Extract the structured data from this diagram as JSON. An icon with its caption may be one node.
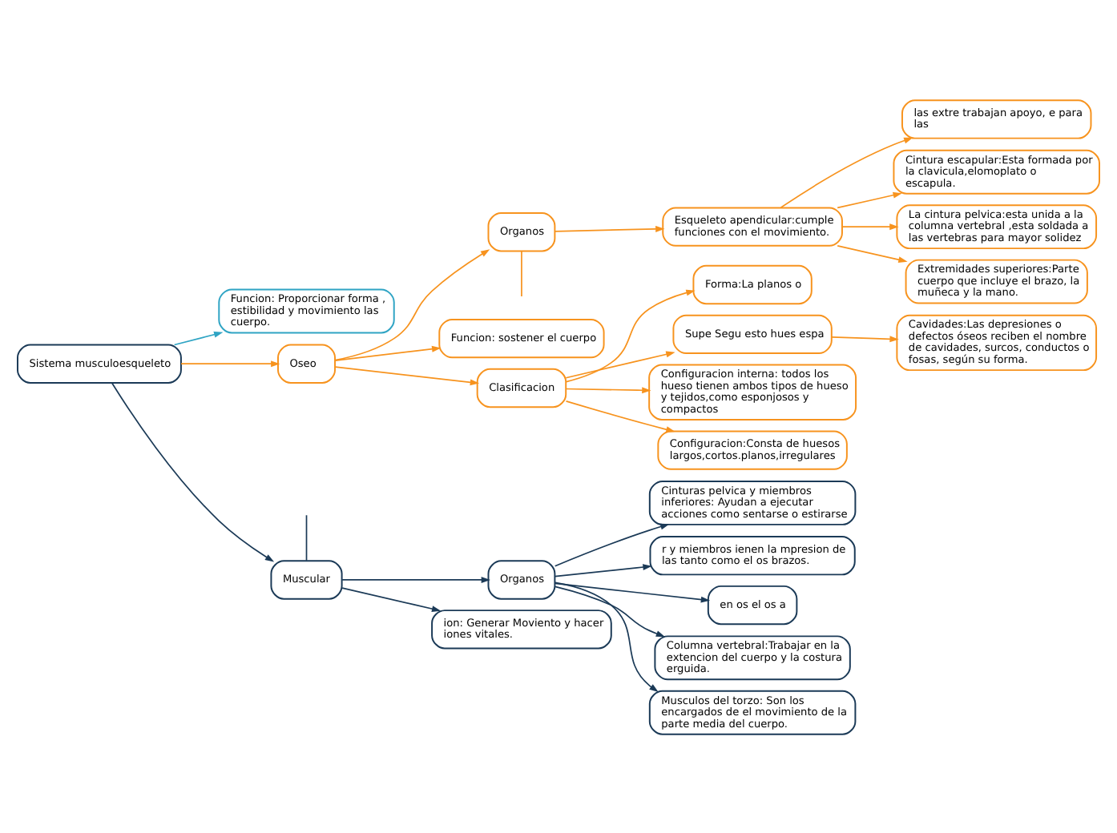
{
  "diagram": {
    "nodes": [
      {
        "text": [
          "Sistema musculoesqueleto"
        ]
      },
      {
        "text": [
          "Funcion: Proporcionar forma , estibilidad y movimiento las cuerpo."
        ]
      },
      {
        "text": [
          "Muscular"
        ]
      },
      {
        "text": [
          "Organos"
        ]
      },
      {
        "text": [
          "ion: Generar Moviento y hacer iones vitales."
        ]
      },
      {
        "text": [
          "Cinturas pelvica y miembros inferiores: Ayudan a ejecutar acciones como sentarse o estirarse"
        ]
      },
      {
        "text": [
          "r y miembros ienen la mpresion de las tanto como el os brazos."
        ]
      },
      {
        "text": [
          "en os el os a"
        ]
      },
      {
        "text": [
          "Columna vertebral:Trabajar en la extencion del cuerpo y la costura erguida."
        ]
      },
      {
        "text": [
          "Musculos del torzo: Son los encargados de el movimiento de la parte media del cuerpo."
        ]
      },
      {
        "text": [
          "Oseo"
        ]
      },
      {
        "text": [
          "Funcion: sostener el cuerpo"
        ]
      },
      {
        "text": [
          "Organos"
        ]
      },
      {
        "text": [
          "Esqueleto apendicular:cumple funciones con el movimiento."
        ]
      },
      {
        "text": [
          "Cintura escapular:Esta formada por la clavicula,elomoplato o escapula."
        ]
      },
      {
        "text": [
          "La cintura pelvica:esta unida a la columna vertebral ,esta soldada a las vertebras para mayor solidez"
        ]
      },
      {
        "text": [
          "Extremidades superiores:Parte cuerpo que incluye el brazo, la muñeca y la mano."
        ]
      },
      {
        "text": [
          "las extre trabajan apoyo, e para las"
        ]
      },
      {
        "text": [
          "Clasificacion"
        ]
      },
      {
        "text": [
          "Configuracion interna: todos los hueso tienen ambos tipos de hueso y tejidos,como esponjosos y compactos"
        ]
      },
      {
        "text": [
          "Configuracion:Consta de huesos largos,cortos.planos,irregulares"
        ]
      },
      {
        "text": [
          "Forma:La planos o"
        ]
      },
      {
        "text": [
          "Supe Segu esto hues espa"
        ]
      },
      {
        "text": [
          "Cavidades:Las depresiones o defectos óseos reciben el nombre de cavidades, surcos, conductos o fosas, según su forma."
        ]
      }
    ],
    "edges": [
      {
        "from": 0,
        "to": 2,
        "arrow": "to",
        "color": "#1b3a57"
      },
      {
        "from": 0,
        "to": 1,
        "arrow": "to",
        "color": "#2fa4c4"
      },
      {
        "from": 0,
        "to": 10,
        "arrow": "to"
      },
      {
        "from": 2,
        "to": 3,
        "arrow": "to",
        "color": "#1b3a57"
      },
      {
        "from": 2,
        "to": 4,
        "arrow": "to",
        "color": "#1b3a57"
      },
      {
        "from": 2,
        "to": null,
        "arrow": "none",
        "color": "#1b3a57"
      },
      {
        "from": 3,
        "to": 7,
        "arrow": "to",
        "color": "#1b3a57"
      },
      {
        "from": 3,
        "to": 6,
        "arrow": "to",
        "color": "#1b3a57"
      },
      {
        "from": 3,
        "to": 5,
        "arrow": "to",
        "color": "#1b3a57"
      },
      {
        "from": 3,
        "to": 8,
        "arrow": "to",
        "color": "#1b3a57"
      },
      {
        "from": 3,
        "to": 9,
        "arrow": "to",
        "color": "#1b3a57"
      },
      {
        "from": 10,
        "to": 11,
        "arrow": "to"
      },
      {
        "from": 10,
        "to": 12,
        "arrow": "to"
      },
      {
        "from": 10,
        "to": 18,
        "arrow": "to"
      },
      {
        "from": 12,
        "to": 13,
        "arrow": "to"
      },
      {
        "from": 12,
        "to": null,
        "arrow": "none"
      },
      {
        "from": 13,
        "to": 14,
        "arrow": "to"
      },
      {
        "from": 13,
        "to": 15,
        "arrow": "to"
      },
      {
        "from": 13,
        "to": 16,
        "arrow": "to"
      },
      {
        "from": 13,
        "to": 17,
        "arrow": "to"
      },
      {
        "from": 18,
        "to": 19,
        "arrow": "to"
      },
      {
        "from": 18,
        "to": 20,
        "arrow": "to"
      },
      {
        "from": 18,
        "to": 21,
        "arrow": "to"
      },
      {
        "from": 18,
        "to": 22,
        "arrow": "to"
      },
      {
        "from": 22,
        "to": 23,
        "arrow": "to"
      }
    ]
  }
}
